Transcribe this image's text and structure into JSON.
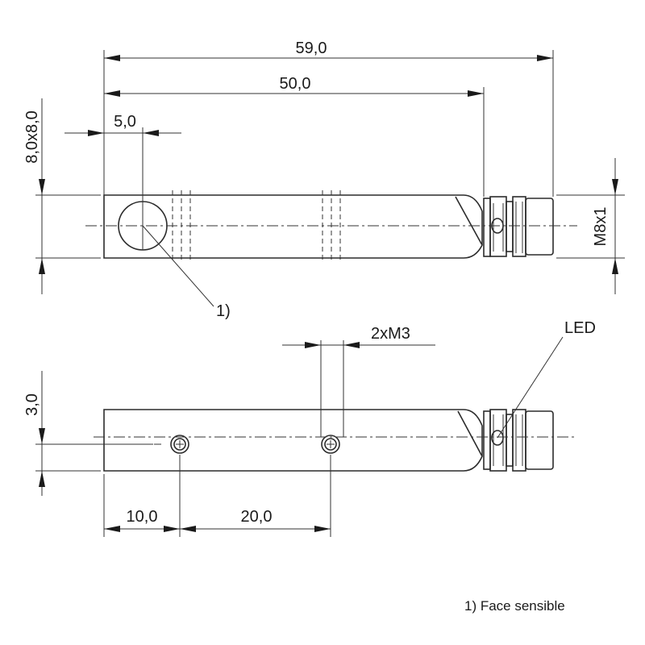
{
  "dimensions": {
    "overall_length": "59,0",
    "body_length": "50,0",
    "sensing_center": "5,0",
    "cross_section": "8,0x8,0",
    "connector_thread": "M8x1",
    "mounting_holes": "2xM3",
    "hole_offset": "3,0",
    "first_hole_distance": "10,0",
    "hole_spacing": "20,0"
  },
  "callouts": {
    "sensing_face": "1)",
    "led": "LED"
  },
  "footnote": "1) Face sensible"
}
